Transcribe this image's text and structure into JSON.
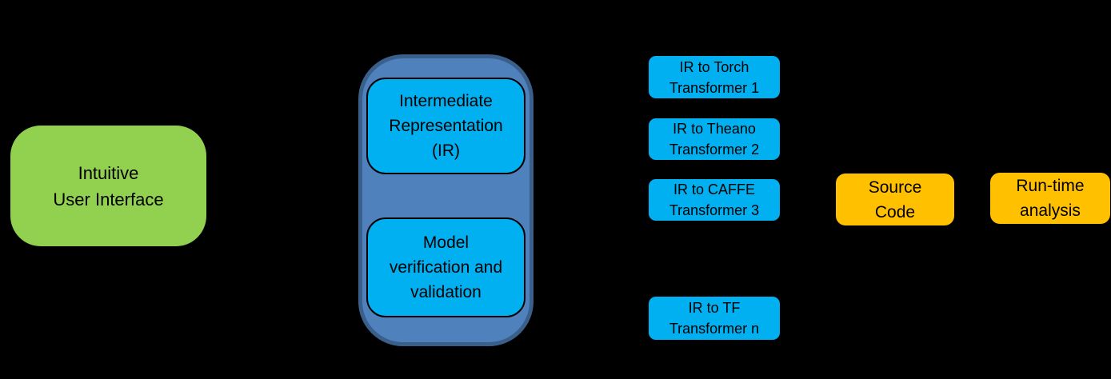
{
  "nodes": {
    "intuitive_ui": {
      "label": "Intuitive\nUser Interface"
    },
    "ir": {
      "label": "Intermediate\nRepresentation\n(IR)"
    },
    "model_vv": {
      "label": "Model\nverification and\nvalidation"
    },
    "torch": {
      "label": "IR to Torch\nTransformer 1"
    },
    "theano": {
      "label": "IR to Theano\nTransformer 2"
    },
    "caffe": {
      "label": "IR to CAFFE\nTransformer 3"
    },
    "tf": {
      "label": "IR to TF\nTransformer n"
    },
    "source_code": {
      "label": "Source\nCode"
    },
    "runtime": {
      "label": "Run-time\nanalysis"
    }
  },
  "colors": {
    "bg": "#000000",
    "green": "#92D050",
    "cyan": "#00B0F0",
    "steel-blue": "#4F81BD",
    "steel-blue-border": "#3A5F8A",
    "orange": "#FFC000",
    "text": "#000000"
  }
}
